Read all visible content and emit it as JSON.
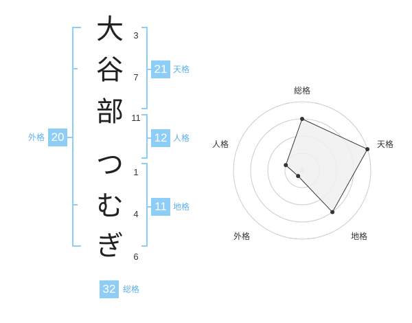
{
  "name_chars": [
    {
      "char": "大",
      "strokes": "3"
    },
    {
      "char": "谷",
      "strokes": "7"
    },
    {
      "char": "部",
      "strokes": "11"
    },
    {
      "char": "つ",
      "strokes": "1"
    },
    {
      "char": "む",
      "strokes": "4"
    },
    {
      "char": "ぎ",
      "strokes": "6"
    }
  ],
  "kakusu": {
    "tenkaku": {
      "value": "21",
      "label": "天格"
    },
    "jinkaku": {
      "value": "12",
      "label": "人格"
    },
    "chikaku": {
      "value": "11",
      "label": "地格"
    },
    "gaikaku": {
      "value": "20",
      "label": "外格"
    },
    "soukaku": {
      "value": "32",
      "label": "総格"
    }
  },
  "chart_data": {
    "type": "radar",
    "axes": [
      "総格",
      "天格",
      "地格",
      "外格",
      "人格"
    ],
    "values": [
      0.75,
      1.0,
      0.75,
      0.1,
      0.25
    ],
    "range": [
      0,
      1
    ],
    "rings": 4,
    "fill_color": "#f0f0f0",
    "line_color": "#333333",
    "ring_color": "#cccccc"
  },
  "colors": {
    "accent": "#8ecdf6",
    "bracket": "#8ecdf6",
    "label": "#5fb0e6"
  }
}
